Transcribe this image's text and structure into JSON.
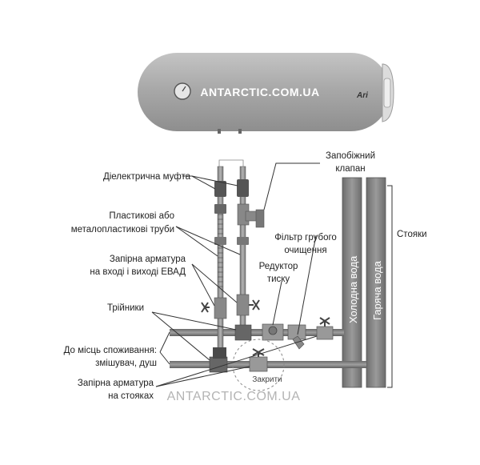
{
  "heater": {
    "watermark": "ANTARCTIC.COM.UA",
    "brand_mark": "Ari"
  },
  "labels": {
    "safety_valve": [
      "Запобіжний",
      "клапан"
    ],
    "dielectric_coupling": "Діелектрична муфта",
    "pipes": [
      "Пластикові або",
      "металопластикові труби"
    ],
    "coarse_filter": [
      "Фільтр грубого",
      "очищення"
    ],
    "reducer": [
      "Редуктор",
      "тиску"
    ],
    "shutoff_ebad": [
      "Запірна арматура",
      "на вході і виході ЕВАД"
    ],
    "tees": "Трійники",
    "consumers": [
      "До місць споживання:",
      "змішувач, душ"
    ],
    "closed": "Закрити",
    "shutoff_risers": [
      "Запірна арматура",
      "на стояках"
    ],
    "risers": "Стояки",
    "cold_water": "Холодна вода",
    "hot_water": "Гаряча вода"
  },
  "footer_watermark": "ANTARCTIC.COM.UA",
  "colors": {
    "tank": "#a7a7a7",
    "riser": "#8c8c8c",
    "pipe": "#7a7a7a",
    "pipe_dark": "#4a4a4a"
  }
}
